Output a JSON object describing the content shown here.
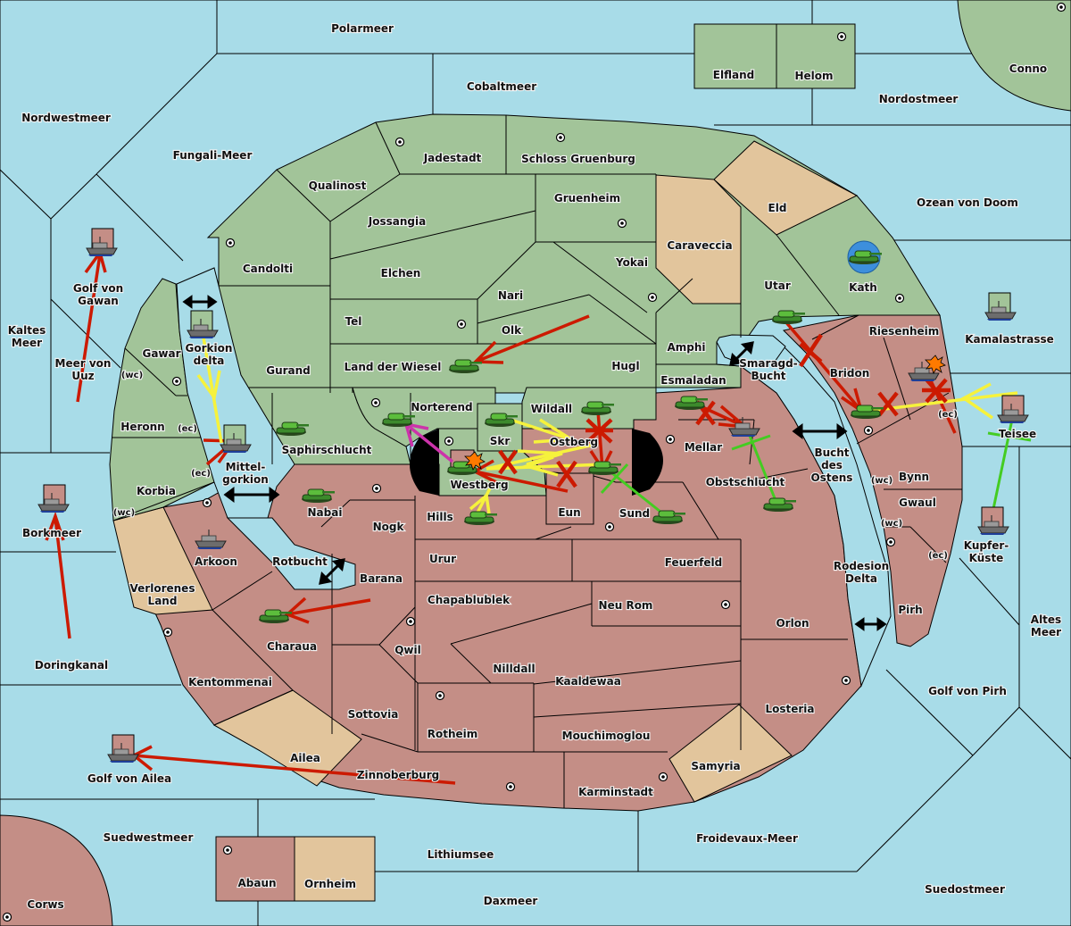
{
  "map": {
    "colors": {
      "sea": "#a8dce8",
      "green_power": "#a2c499",
      "red_power": "#c48e86",
      "neutral": "#e2c59c",
      "order_move_failed": "#cc1a00",
      "order_support": "#f6f23c",
      "order_convoy_hold": "#44cc22",
      "order_retreat": "#cc33aa"
    },
    "seas": [
      {
        "id": "polarmeer",
        "label": "Polarmeer"
      },
      {
        "id": "cobaltmeer",
        "label": "Cobaltmeer"
      },
      {
        "id": "nordwestmeer",
        "label": "Nordwestmeer"
      },
      {
        "id": "fungali-meer",
        "label": "Fungali-Meer"
      },
      {
        "id": "nordostmeer",
        "label": "Nordostmeer"
      },
      {
        "id": "ozean-von-doom",
        "label": "Ozean von Doom"
      },
      {
        "id": "golf-von-gawan",
        "label": "Golf von Gawan"
      },
      {
        "id": "kaltes-meer",
        "label": "Kaltes Meer"
      },
      {
        "id": "meer-von-uuz",
        "label": "Meer von Uuz"
      },
      {
        "id": "gorkion-delta",
        "label": "Gorkion delta"
      },
      {
        "id": "mittel-gorkion",
        "label": "Mittel-gorkion"
      },
      {
        "id": "borkmeer",
        "label": "Borkmeer"
      },
      {
        "id": "rotbucht",
        "label": "Rotbucht"
      },
      {
        "id": "doringkanal",
        "label": "Doringkanal"
      },
      {
        "id": "golf-von-ailea",
        "label": "Golf von Ailea"
      },
      {
        "id": "suedwestmeer",
        "label": "Suedwestmeer"
      },
      {
        "id": "lithiumsee",
        "label": "Lithiumsee"
      },
      {
        "id": "daxmeer",
        "label": "Daxmeer"
      },
      {
        "id": "froidevaux-meer",
        "label": "Froidevaux-Meer"
      },
      {
        "id": "suedostmeer",
        "label": "Suedostmeer"
      },
      {
        "id": "golf-von-pirh",
        "label": "Golf von Pirh"
      },
      {
        "id": "altes-meer",
        "label": "Altes Meer"
      },
      {
        "id": "rodesion-delta",
        "label": "Rodesion Delta"
      },
      {
        "id": "bucht-des-ostens",
        "label": "Bucht des Ostens"
      },
      {
        "id": "smaragd-bucht",
        "label": "Smaragd-Bucht"
      },
      {
        "id": "kamalastrasse",
        "label": "Kamalastrasse"
      },
      {
        "id": "teisee",
        "label": "Teisee"
      },
      {
        "id": "kupfer-kueste",
        "label": "Kupfer-Küste"
      }
    ],
    "provinces": [
      {
        "id": "elfland",
        "label": "Elfland",
        "owner": "green",
        "sc": false
      },
      {
        "id": "helom",
        "label": "Helom",
        "owner": "green",
        "sc": true
      },
      {
        "id": "conno",
        "label": "Conno",
        "owner": "green",
        "sc": true
      },
      {
        "id": "jadestadt",
        "label": "Jadestadt",
        "owner": "green",
        "sc": true
      },
      {
        "id": "schloss-gruenburg",
        "label": "Schloss Gruenburg",
        "owner": "green",
        "sc": true
      },
      {
        "id": "qualinost",
        "label": "Qualinost",
        "owner": "green",
        "sc": false
      },
      {
        "id": "gruenheim",
        "label": "Gruenheim",
        "owner": "green",
        "sc": true
      },
      {
        "id": "jossangia",
        "label": "Jossangia",
        "owner": "green",
        "sc": false
      },
      {
        "id": "eld",
        "label": "Eld",
        "owner": "neutral",
        "sc": false
      },
      {
        "id": "caraveccia",
        "label": "Caraveccia",
        "owner": "neutral",
        "sc": false
      },
      {
        "id": "candolti",
        "label": "Candolti",
        "owner": "green",
        "sc": true
      },
      {
        "id": "elchen",
        "label": "Elchen",
        "owner": "green",
        "sc": false
      },
      {
        "id": "yokai",
        "label": "Yokai",
        "owner": "green",
        "sc": true
      },
      {
        "id": "nari",
        "label": "Nari",
        "owner": "green",
        "sc": false
      },
      {
        "id": "utar",
        "label": "Utar",
        "owner": "green",
        "sc": false
      },
      {
        "id": "kath",
        "label": "Kath",
        "owner": "green",
        "sc": true
      },
      {
        "id": "tel",
        "label": "Tel",
        "owner": "green",
        "sc": true
      },
      {
        "id": "olk",
        "label": "Olk",
        "owner": "green",
        "sc": false
      },
      {
        "id": "amphi",
        "label": "Amphi",
        "owner": "green",
        "sc": false
      },
      {
        "id": "gawar",
        "label": "Gawar",
        "owner": "green",
        "sc": true
      },
      {
        "id": "gurand",
        "label": "Gurand",
        "owner": "green",
        "sc": false
      },
      {
        "id": "land-der-wiesel",
        "label": "Land der Wiesel",
        "owner": "green",
        "sc": false
      },
      {
        "id": "hugl",
        "label": "Hugl",
        "owner": "green",
        "sc": false
      },
      {
        "id": "esmaladan",
        "label": "Esmaladan",
        "owner": "green",
        "sc": false
      },
      {
        "id": "heronn",
        "label": "Heronn",
        "owner": "green",
        "sc": false
      },
      {
        "id": "norterend",
        "label": "Norterend",
        "owner": "green",
        "sc": true
      },
      {
        "id": "wildall",
        "label": "Wildall",
        "owner": "green",
        "sc": false
      },
      {
        "id": "saphirschlucht",
        "label": "Saphirschlucht",
        "owner": "green",
        "sc": false
      },
      {
        "id": "skr",
        "label": "Skr",
        "owner": "green",
        "sc": false
      },
      {
        "id": "ostberg",
        "label": "Ostberg",
        "owner": "red",
        "sc": false
      },
      {
        "id": "westberg",
        "label": "Westberg",
        "owner": "green",
        "sc": true
      },
      {
        "id": "korbia",
        "label": "Korbia",
        "owner": "green",
        "sc": false
      },
      {
        "id": "riesenheim",
        "label": "Riesenheim",
        "owner": "red",
        "sc": false
      },
      {
        "id": "bridon",
        "label": "Bridon",
        "owner": "red",
        "sc": true
      },
      {
        "id": "mellar",
        "label": "Mellar",
        "owner": "red",
        "sc": true
      },
      {
        "id": "obstschlucht",
        "label": "Obstschlucht",
        "owner": "red",
        "sc": false
      },
      {
        "id": "nabai",
        "label": "Nabai",
        "owner": "red",
        "sc": true
      },
      {
        "id": "hills",
        "label": "Hills",
        "owner": "red",
        "sc": false
      },
      {
        "id": "eun",
        "label": "Eun",
        "owner": "red",
        "sc": false
      },
      {
        "id": "sund",
        "label": "Sund",
        "owner": "red",
        "sc": true
      },
      {
        "id": "bynn",
        "label": "Bynn",
        "owner": "red",
        "sc": false
      },
      {
        "id": "gwaul",
        "label": "Gwaul",
        "owner": "red",
        "sc": false
      },
      {
        "id": "nogk",
        "label": "Nogk",
        "owner": "red",
        "sc": false
      },
      {
        "id": "arkoon",
        "label": "Arkoon",
        "owner": "red",
        "sc": true
      },
      {
        "id": "urur",
        "label": "Urur",
        "owner": "red",
        "sc": false
      },
      {
        "id": "feuerfeld",
        "label": "Feuerfeld",
        "owner": "red",
        "sc": false
      },
      {
        "id": "barana",
        "label": "Barana",
        "owner": "red",
        "sc": false
      },
      {
        "id": "pirh",
        "label": "Pirh",
        "owner": "red",
        "sc": true
      },
      {
        "id": "verlorenes-land",
        "label": "Verlorenes Land",
        "owner": "neutral",
        "sc": false
      },
      {
        "id": "chapablublek",
        "label": "Chapablublek",
        "owner": "red",
        "sc": false
      },
      {
        "id": "neu-rom",
        "label": "Neu Rom",
        "owner": "red",
        "sc": true
      },
      {
        "id": "charaua",
        "label": "Charaua",
        "owner": "red",
        "sc": false
      },
      {
        "id": "qwil",
        "label": "Qwil",
        "owner": "red",
        "sc": true
      },
      {
        "id": "orlon",
        "label": "Orlon",
        "owner": "red",
        "sc": false
      },
      {
        "id": "nilldall",
        "label": "Nilldall",
        "owner": "red",
        "sc": false
      },
      {
        "id": "kentommenai",
        "label": "Kentommenai",
        "owner": "red",
        "sc": true
      },
      {
        "id": "kaaldewaa",
        "label": "Kaaldewaa",
        "owner": "red",
        "sc": false
      },
      {
        "id": "losteria",
        "label": "Losteria",
        "owner": "red",
        "sc": true
      },
      {
        "id": "sottovia",
        "label": "Sottovia",
        "owner": "red",
        "sc": false
      },
      {
        "id": "rotheim",
        "label": "Rotheim",
        "owner": "red",
        "sc": true
      },
      {
        "id": "mouchimoglou",
        "label": "Mouchimoglou",
        "owner": "red",
        "sc": false
      },
      {
        "id": "ailea",
        "label": "Ailea",
        "owner": "neutral",
        "sc": false
      },
      {
        "id": "samyria",
        "label": "Samyria",
        "owner": "neutral",
        "sc": false
      },
      {
        "id": "zinnoberburg",
        "label": "Zinnoberburg",
        "owner": "red",
        "sc": true
      },
      {
        "id": "karminstadt",
        "label": "Karminstadt",
        "owner": "red",
        "sc": true
      },
      {
        "id": "abaun",
        "label": "Abaun",
        "owner": "red",
        "sc": true
      },
      {
        "id": "ornheim",
        "label": "Ornheim",
        "owner": "neutral",
        "sc": false
      },
      {
        "id": "corws",
        "label": "Corws",
        "owner": "red",
        "sc": true
      }
    ],
    "coast_markers": [
      "(wc)",
      "(ec)"
    ],
    "units": [
      {
        "type": "fleet",
        "owner": "red",
        "location": "Golf von Gawan"
      },
      {
        "type": "fleet",
        "owner": "red",
        "location": "Borkmeer"
      },
      {
        "type": "fleet",
        "owner": "red",
        "location": "Golf von Ailea"
      },
      {
        "type": "fleet",
        "owner": "green",
        "location": "Gorkion delta"
      },
      {
        "type": "fleet",
        "owner": "green",
        "location": "Mittel-gorkion"
      },
      {
        "type": "fleet",
        "owner": "red",
        "location": "Arkoon"
      },
      {
        "type": "fleet",
        "owner": "green",
        "location": "Kamalastrasse"
      },
      {
        "type": "fleet",
        "owner": "red",
        "location": "Teisee"
      },
      {
        "type": "fleet",
        "owner": "red",
        "location": "Kupfer-Küste"
      },
      {
        "type": "fleet",
        "owner": "red",
        "location": "Mellar"
      },
      {
        "type": "fleet",
        "owner": "red",
        "location": "Riesenheim",
        "dislodged": true
      },
      {
        "type": "army",
        "owner": "green",
        "location": "Kath",
        "highlighted": true
      },
      {
        "type": "army",
        "owner": "green",
        "location": "Utar"
      },
      {
        "type": "army",
        "owner": "green",
        "location": "Bridon"
      },
      {
        "type": "army",
        "owner": "green",
        "location": "Esmaladan"
      },
      {
        "type": "army",
        "owner": "green",
        "location": "Obstschlucht"
      },
      {
        "type": "army",
        "owner": "green",
        "location": "Land der Wiesel"
      },
      {
        "type": "army",
        "owner": "green",
        "location": "Saphirschlucht"
      },
      {
        "type": "army",
        "owner": "green",
        "location": "Norterend"
      },
      {
        "type": "army",
        "owner": "green",
        "location": "Skr"
      },
      {
        "type": "army",
        "owner": "green",
        "location": "Wildall"
      },
      {
        "type": "army",
        "owner": "green",
        "location": "Westberg",
        "dislodged": true
      },
      {
        "type": "army",
        "owner": "green",
        "location": "Ostberg"
      },
      {
        "type": "army",
        "owner": "green",
        "location": "Hills"
      },
      {
        "type": "army",
        "owner": "green",
        "location": "Sund"
      },
      {
        "type": "army",
        "owner": "green",
        "location": "Nabai"
      },
      {
        "type": "army",
        "owner": "green",
        "location": "Charaua"
      }
    ]
  }
}
